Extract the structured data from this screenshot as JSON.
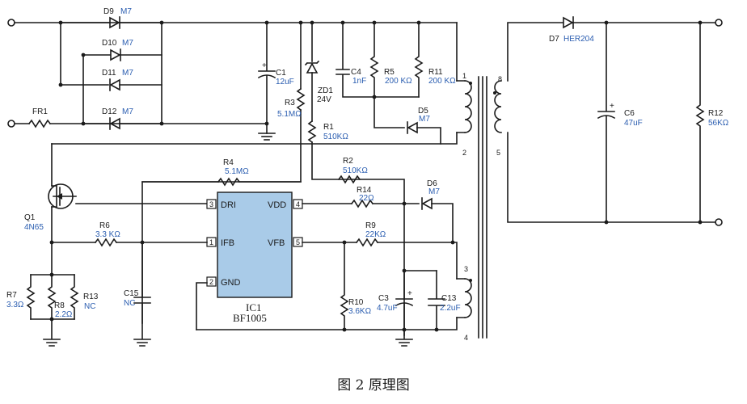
{
  "caption": "图 2  原理图",
  "ic": {
    "ref": "IC1",
    "part": "BF1005",
    "pins": [
      {
        "num": "3",
        "name": "DRI"
      },
      {
        "num": "1",
        "name": "IFB"
      },
      {
        "num": "2",
        "name": "GND"
      },
      {
        "num": "4",
        "name": "VDD"
      },
      {
        "num": "5",
        "name": "VFB"
      }
    ]
  },
  "components": {
    "D9": {
      "ref": "D9",
      "val": "M7"
    },
    "D10": {
      "ref": "D10",
      "val": "M7"
    },
    "D11": {
      "ref": "D11",
      "val": "M7"
    },
    "D12": {
      "ref": "D12",
      "val": "M7"
    },
    "FR1": {
      "ref": "FR1"
    },
    "C1": {
      "ref": "C1",
      "val": "12uF"
    },
    "R3": {
      "ref": "R3",
      "val": "5.1MΩ"
    },
    "ZD1": {
      "ref": "ZD1",
      "val": "24V"
    },
    "R1": {
      "ref": "R1",
      "val": "510KΩ"
    },
    "C4": {
      "ref": "C4",
      "val": "1nF"
    },
    "R5": {
      "ref": "R5",
      "val": "200 KΩ"
    },
    "R11": {
      "ref": "R11",
      "val": "200 KΩ"
    },
    "D5": {
      "ref": "D5",
      "val": "M7"
    },
    "D7": {
      "ref": "D7",
      "val": "HER204"
    },
    "C6": {
      "ref": "C6",
      "val": "47uF"
    },
    "R12": {
      "ref": "R12",
      "val": "56KΩ"
    },
    "R4": {
      "ref": "R4",
      "val": "5.1MΩ"
    },
    "R2": {
      "ref": "R2",
      "val": "510KΩ"
    },
    "Q1": {
      "ref": "Q1",
      "val": "4N65"
    },
    "R14": {
      "ref": "R14",
      "val": "22Ω"
    },
    "D6": {
      "ref": "D6",
      "val": "M7"
    },
    "R9": {
      "ref": "R9",
      "val": "22KΩ"
    },
    "R6": {
      "ref": "R6",
      "val": "3.3 KΩ"
    },
    "R7": {
      "ref": "R7",
      "val": "3.3Ω"
    },
    "R8": {
      "ref": "R8",
      "val": "2.2Ω"
    },
    "R13": {
      "ref": "R13",
      "val": "NC"
    },
    "C15": {
      "ref": "C15",
      "val": "NC"
    },
    "R10": {
      "ref": "R10",
      "val": "3.6KΩ"
    },
    "C3": {
      "ref": "C3",
      "val": "4.7uF"
    },
    "C13": {
      "ref": "C13",
      "val": "2.2uF"
    }
  },
  "transformer": {
    "pins": [
      "1",
      "2",
      "3",
      "4",
      "5",
      "8"
    ]
  }
}
